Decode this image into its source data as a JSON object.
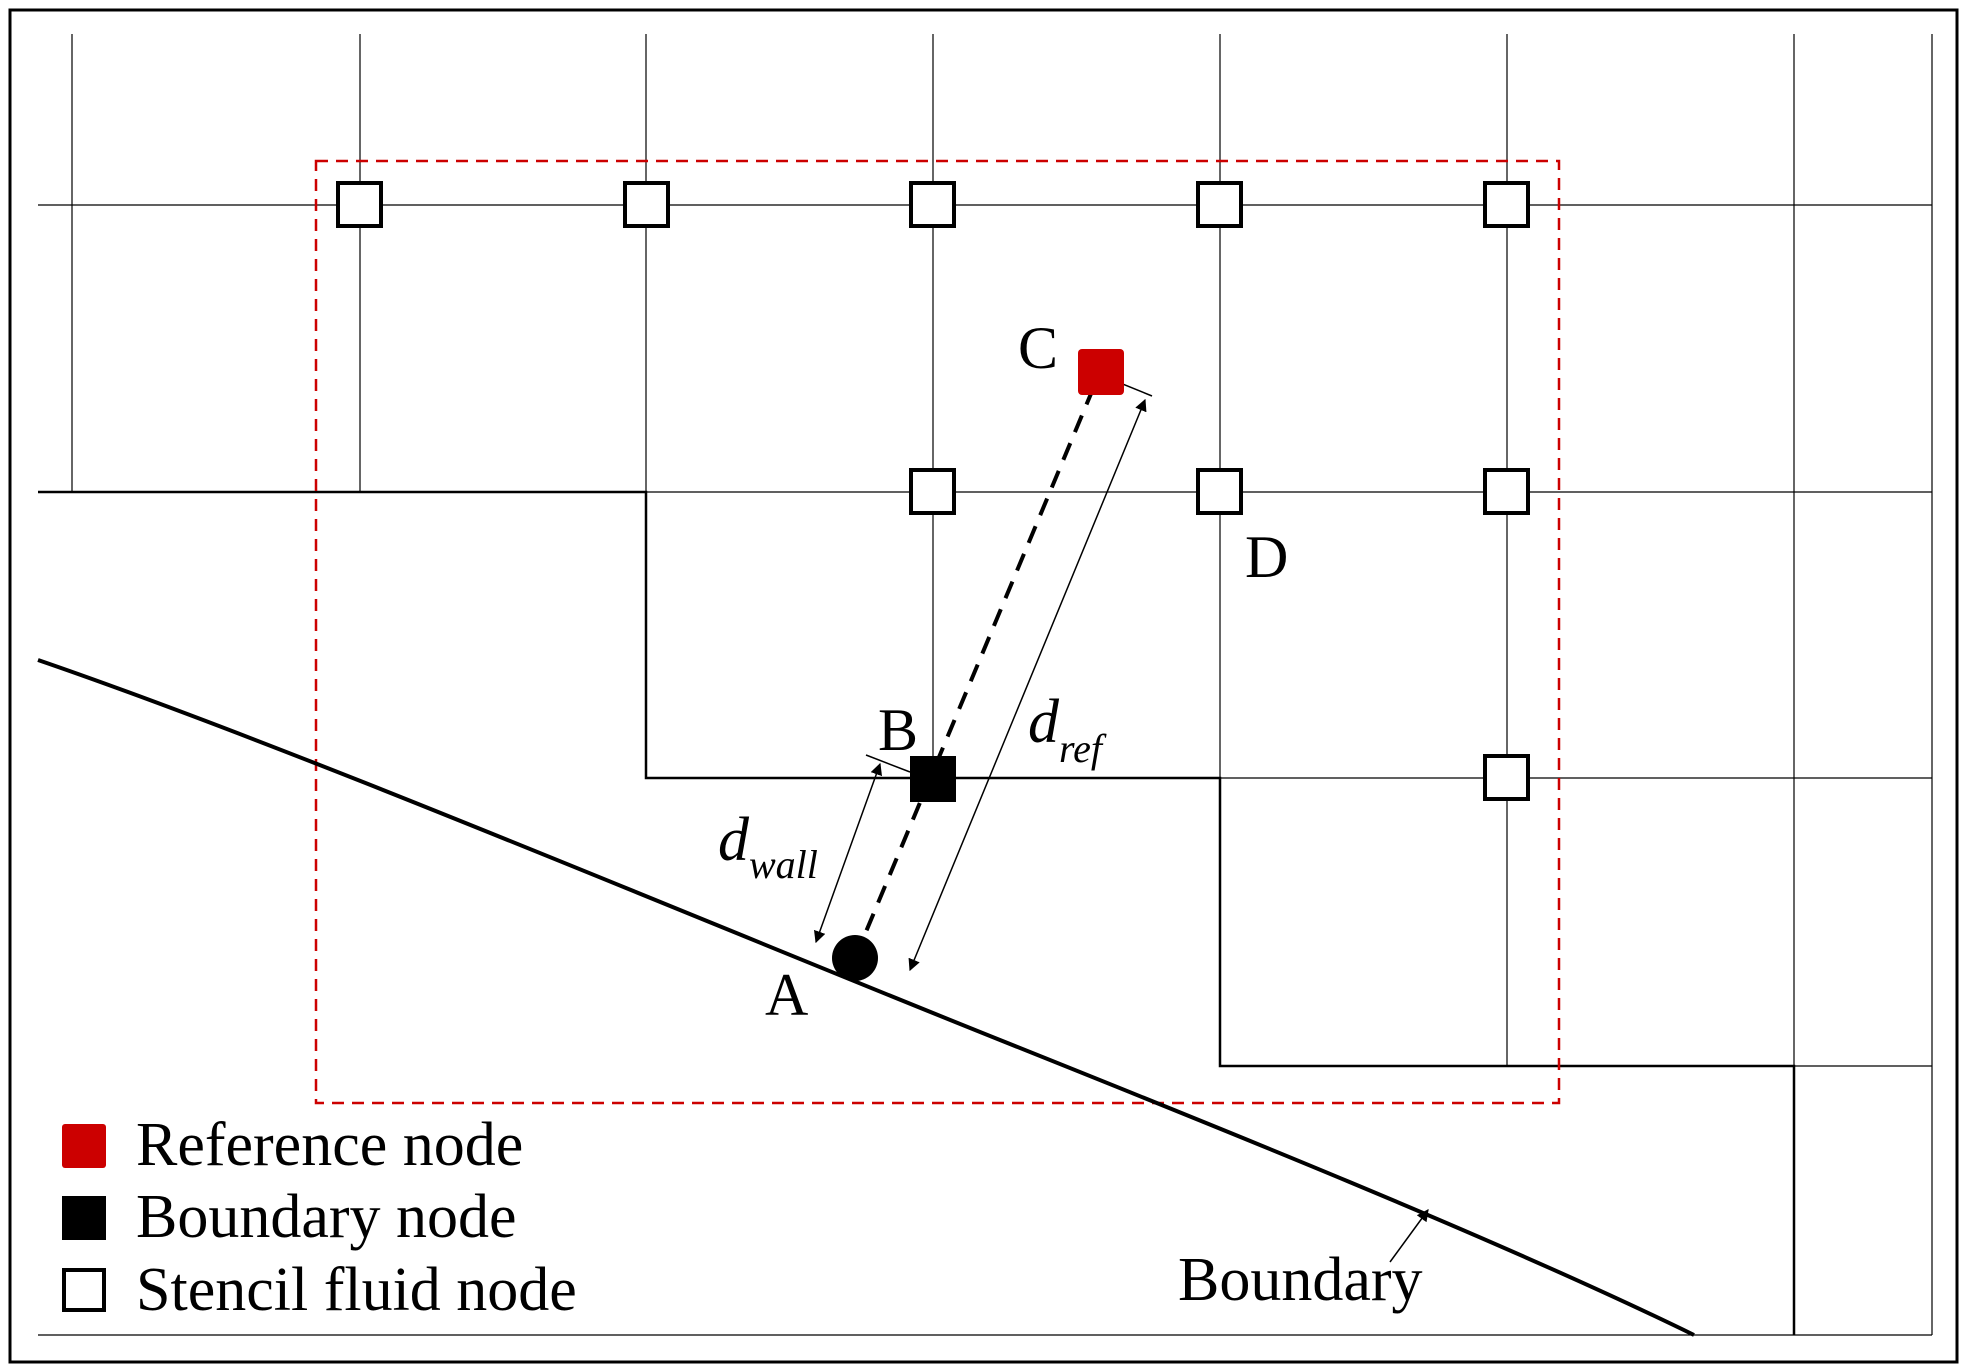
{
  "labels": {
    "point_a": "A",
    "point_b": "B",
    "point_c": "C",
    "point_d": "D",
    "d_wall_main": "d",
    "d_wall_sub": "wall",
    "d_ref_main": "d",
    "d_ref_sub": "ref",
    "boundary": "Boundary"
  },
  "legend": [
    {
      "label": "Reference node",
      "marker": "red-filled-square",
      "color": "#cc0000"
    },
    {
      "label": "Boundary node",
      "marker": "black-filled-square",
      "color": "#000000"
    },
    {
      "label": "Stencil fluid node",
      "marker": "hollow-square",
      "color": "#000000"
    }
  ],
  "colors": {
    "reference_node": "#cc0000",
    "stencil_box": "#cc0000",
    "lines": "#000000",
    "background": "#ffffff"
  }
}
